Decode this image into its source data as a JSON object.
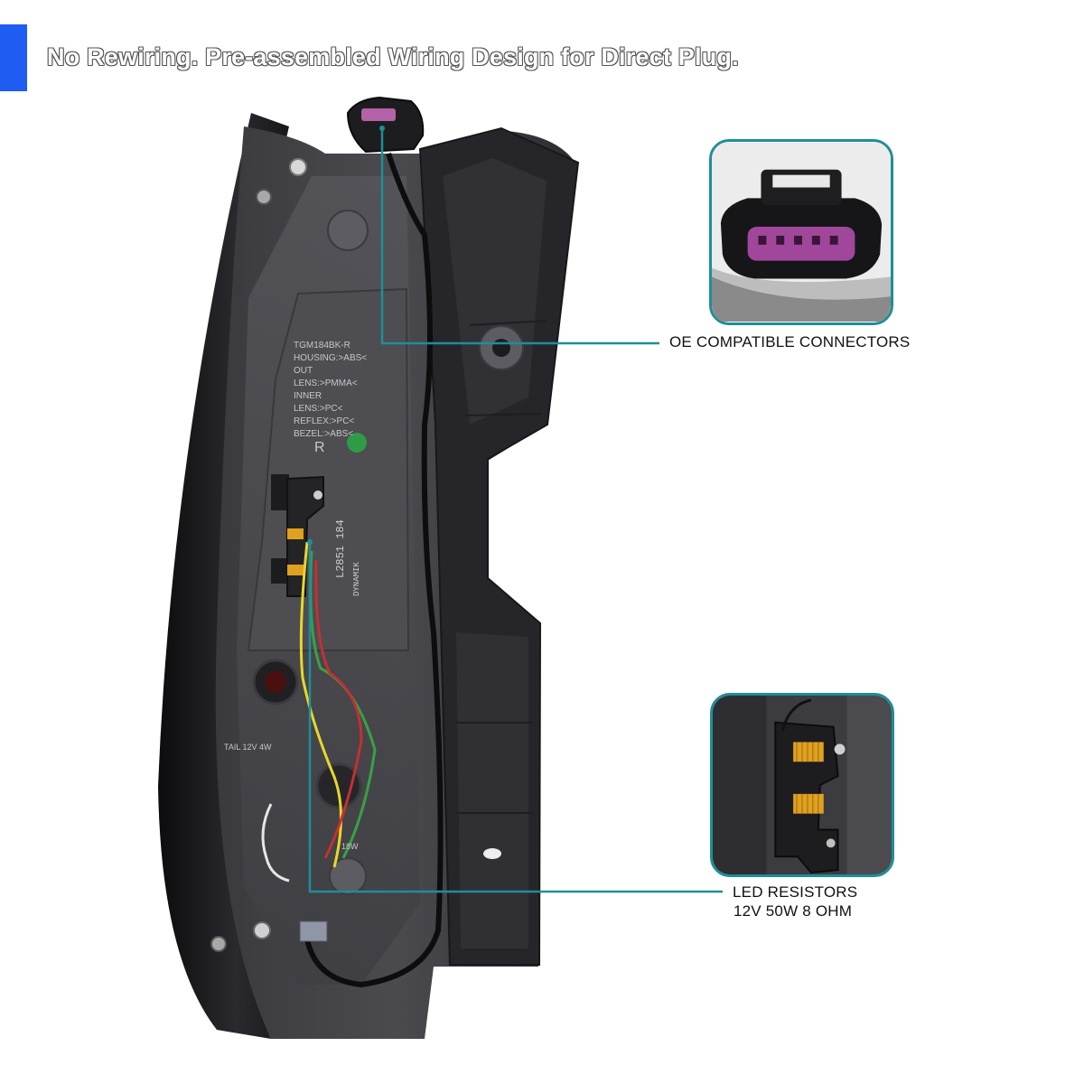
{
  "header": {
    "headline": "No Rewiring. Pre-assembled Wiring Design for Direct Plug.",
    "accent_color": "#1f5cf2"
  },
  "product_image": {
    "icon": "tail-light-housing-back-icon",
    "housing_text": [
      "TGM184BK-R",
      "HOUSING:>ABS<",
      "OUT",
      "LENS:>PMMA<",
      "INNER",
      "LENS:>PC<",
      "REFLEX:>PC<",
      "BEZEL:>ABS<"
    ],
    "side_mark": "R",
    "serial_text": "L2851 184",
    "brand_text": "DYNAMIK",
    "bulb_spec_lines": [
      "TAIL 12V 4W"
    ],
    "bulb_watt": "18W"
  },
  "callouts": {
    "line_color": "#1f8e98",
    "connector": {
      "label": "OE COMPATIBLE CONNECTORS",
      "icon": "plug-connector-icon"
    },
    "resistor": {
      "label_line1": "LED RESISTORS",
      "label_line2": "12V 50W 8 OHM",
      "icon": "resistor-icon"
    }
  }
}
